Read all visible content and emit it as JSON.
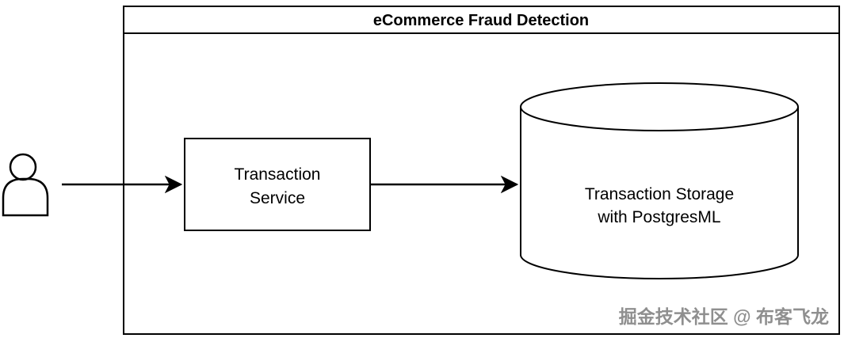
{
  "diagram": {
    "title": "eCommerce Fraud Detection",
    "service": {
      "lines": [
        "Transaction",
        "Service"
      ]
    },
    "storage": {
      "lines": [
        "Transaction Storage",
        "with PostgresML"
      ]
    },
    "watermark": {
      "text": "掘金技术社区 @ 布客飞龙"
    },
    "colors": {
      "line": "#000000",
      "background": "#ffffff",
      "watermark_gray": "#8f8f8f"
    }
  }
}
